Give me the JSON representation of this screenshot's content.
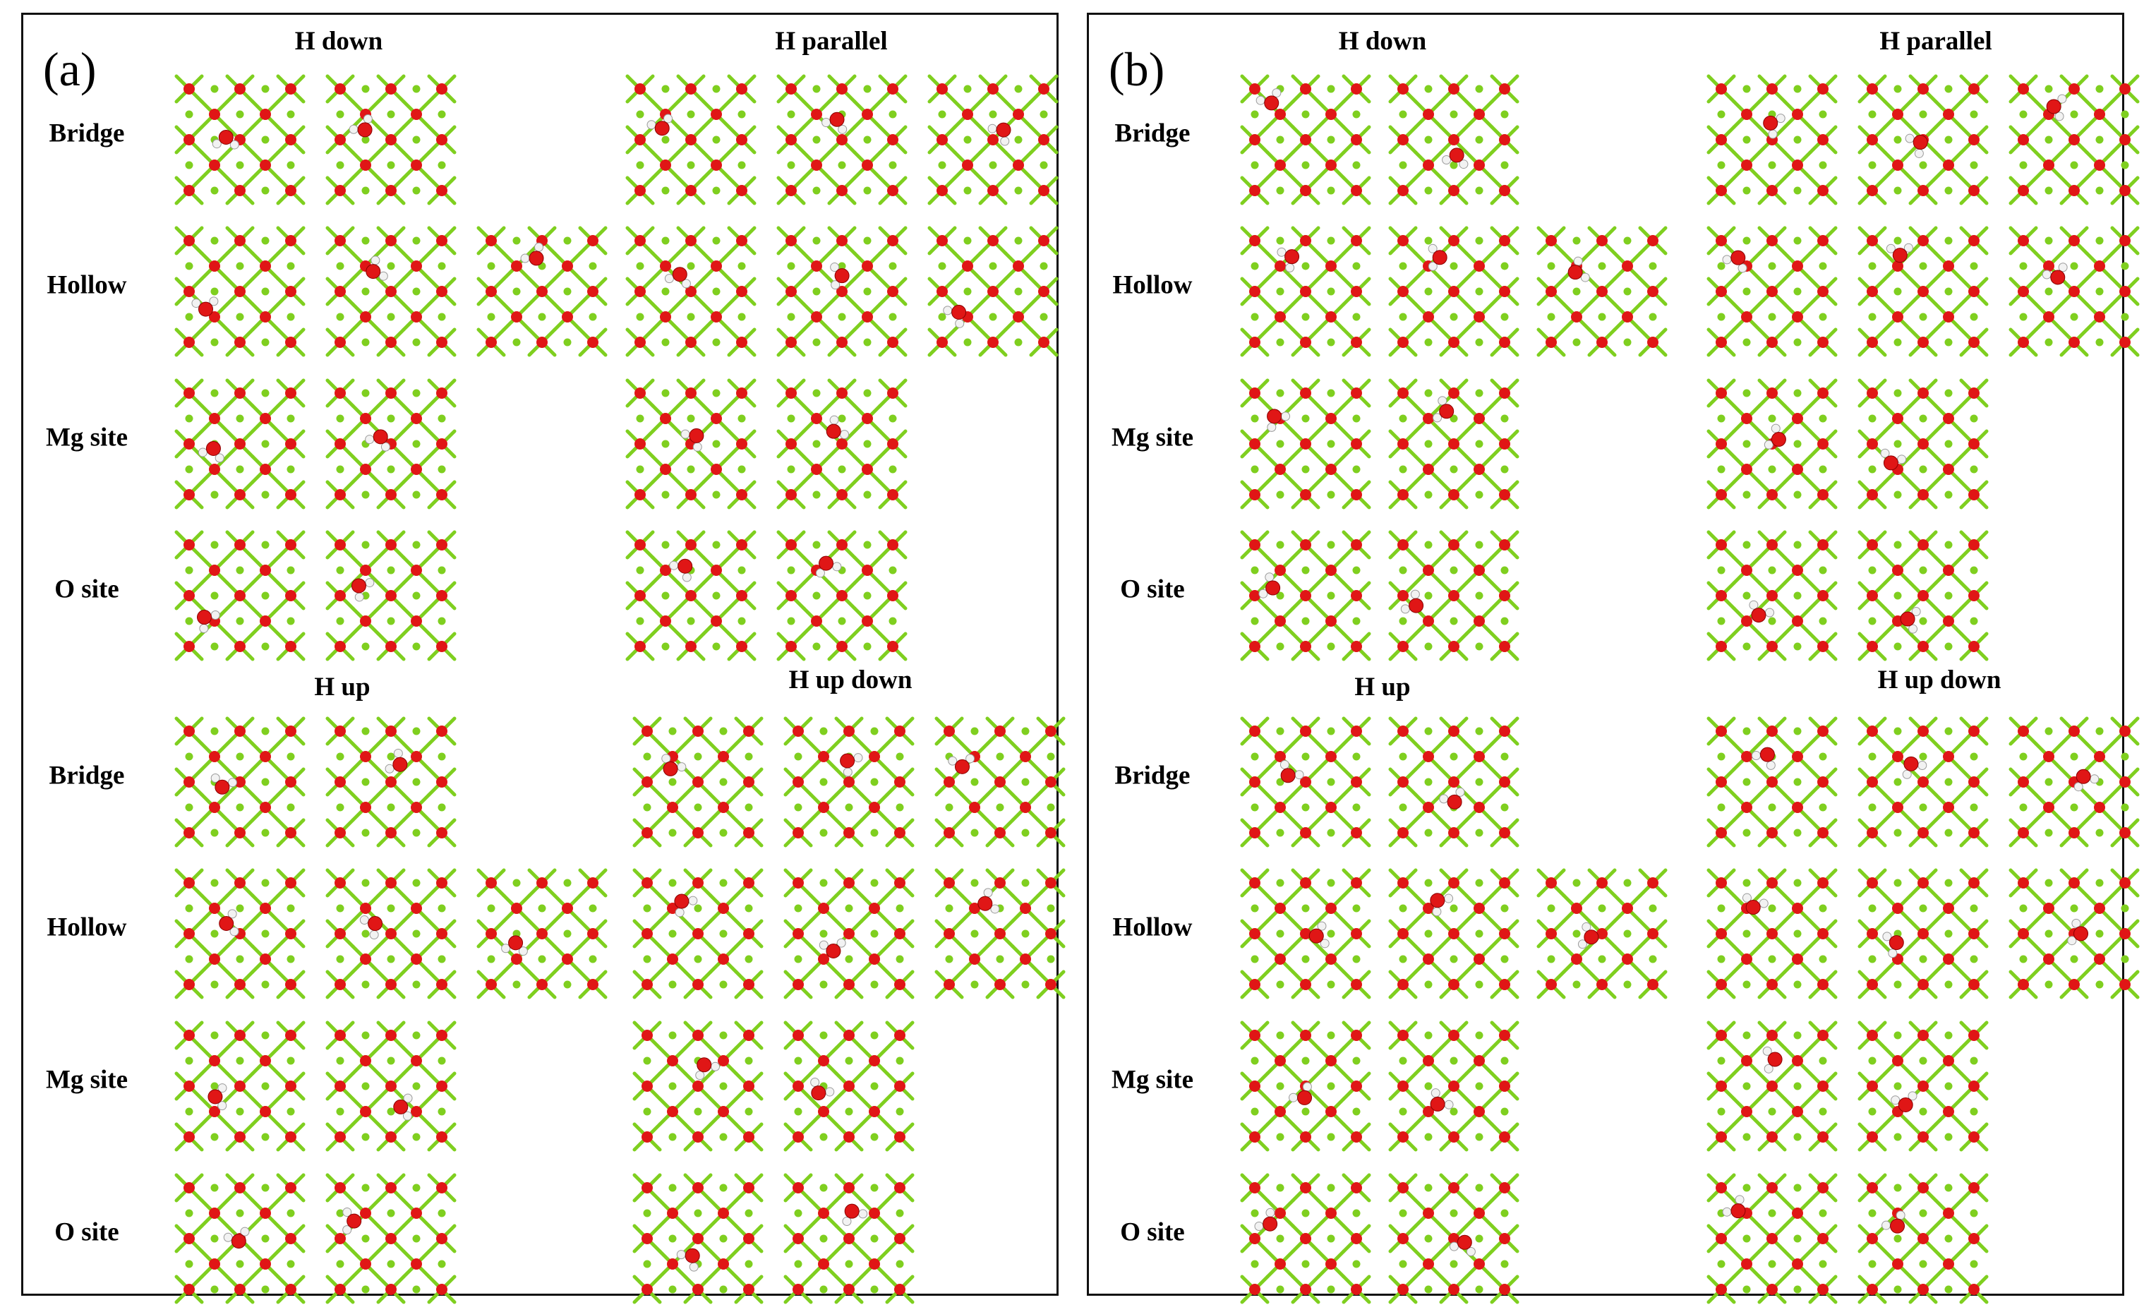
{
  "panels": [
    {
      "label": "(a)",
      "groups": [
        "H down",
        "H parallel",
        "H up",
        "H up down"
      ],
      "rows_top": [
        "Bridge",
        "Hollow",
        "Mg site",
        "O site"
      ],
      "rows_bottom": [
        "Bridge",
        "Hollow",
        "Mg site",
        "O site"
      ]
    },
    {
      "label": "(b)",
      "groups": [
        "H down",
        "H parallel",
        "H up",
        "H up down"
      ],
      "rows_top": [
        "Bridge",
        "Hollow",
        "Mg site",
        "O site"
      ],
      "rows_bottom": [
        "Bridge",
        "Hollow",
        "Mg site",
        "O site"
      ]
    }
  ],
  "colors": {
    "magnesium": "#7fcf1f",
    "oxygen": "#e01616",
    "hydrogen": "#f2f2f2",
    "border": "#111111"
  },
  "structure_counts": {
    "a": {
      "top": {
        "left": [
          2,
          3,
          2,
          2
        ],
        "right": [
          3,
          3,
          2,
          2
        ]
      },
      "bottom": {
        "left": [
          2,
          3,
          2,
          2
        ],
        "right": [
          3,
          3,
          2,
          2
        ]
      }
    },
    "b": {
      "top": {
        "left": [
          2,
          3,
          2,
          2
        ],
        "right": [
          3,
          3,
          2,
          2
        ]
      },
      "bottom": {
        "left": [
          2,
          3,
          2,
          2
        ],
        "right": [
          3,
          3,
          2,
          2
        ]
      }
    }
  }
}
